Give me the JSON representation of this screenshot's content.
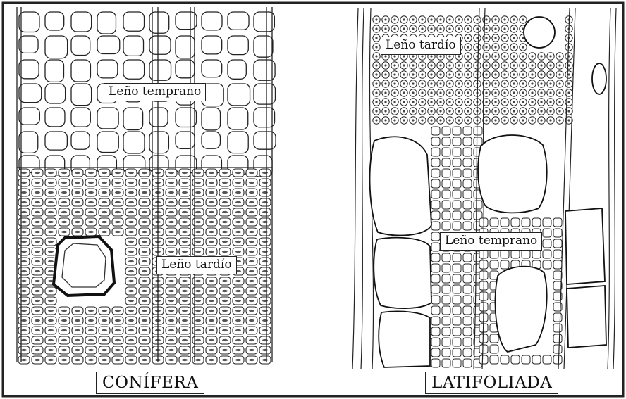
{
  "figure": {
    "panels": [
      {
        "caption": "CONÍFERA",
        "labels": {
          "early_wood": "Leño temprano",
          "late_wood": "Leño tardío"
        }
      },
      {
        "caption": "LATIFOLIADA",
        "labels": {
          "late_wood": "Leño tardío",
          "early_wood": "Leño temprano"
        }
      }
    ],
    "colors": {
      "ink": "#1a1a1a",
      "paper": "#ffffff"
    }
  }
}
